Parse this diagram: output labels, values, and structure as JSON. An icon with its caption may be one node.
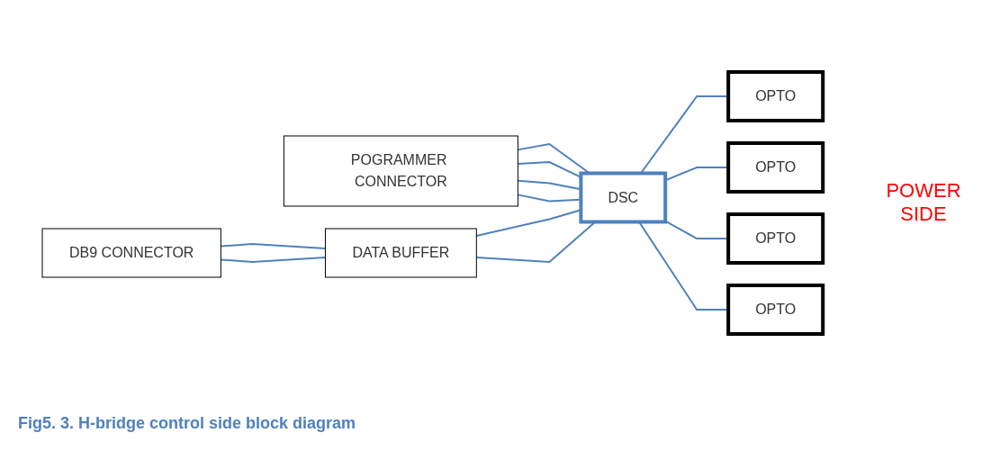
{
  "diagram": {
    "caption": "Fig5. 3. H-bridge control side block diagram",
    "nodes": [
      {
        "text": [
          "POGRAMMER CONNECTOR"
        ]
      },
      {
        "text": [
          "DB9 CONNECTOR"
        ]
      },
      {
        "text": [
          "DATA BUFFER"
        ]
      },
      {
        "text": [
          "DSC"
        ]
      },
      {
        "text": [
          "OPTO"
        ]
      },
      {
        "text": [
          "OPTO"
        ]
      },
      {
        "text": [
          "OPTO"
        ]
      },
      {
        "text": [
          "OPTO"
        ]
      }
    ],
    "edges": [
      {
        "from": 0,
        "to": 3,
        "arrow": "none"
      },
      {
        "from": 0,
        "to": 3,
        "arrow": "none"
      },
      {
        "from": 0,
        "to": 3,
        "arrow": "none"
      },
      {
        "from": 0,
        "to": 3,
        "arrow": "none"
      },
      {
        "from": 1,
        "to": 2,
        "arrow": "none"
      },
      {
        "from": 1,
        "to": 2,
        "arrow": "none"
      },
      {
        "from": 2,
        "to": 3,
        "arrow": "none"
      },
      {
        "from": 2,
        "to": 3,
        "arrow": "none"
      },
      {
        "from": 3,
        "to": 4,
        "arrow": "none"
      },
      {
        "from": 3,
        "to": 5,
        "arrow": "none"
      },
      {
        "from": 3,
        "to": 6,
        "arrow": "none"
      },
      {
        "from": 3,
        "to": 7,
        "arrow": "none"
      }
    ],
    "labels": [
      "POWER SIDE"
    ]
  }
}
